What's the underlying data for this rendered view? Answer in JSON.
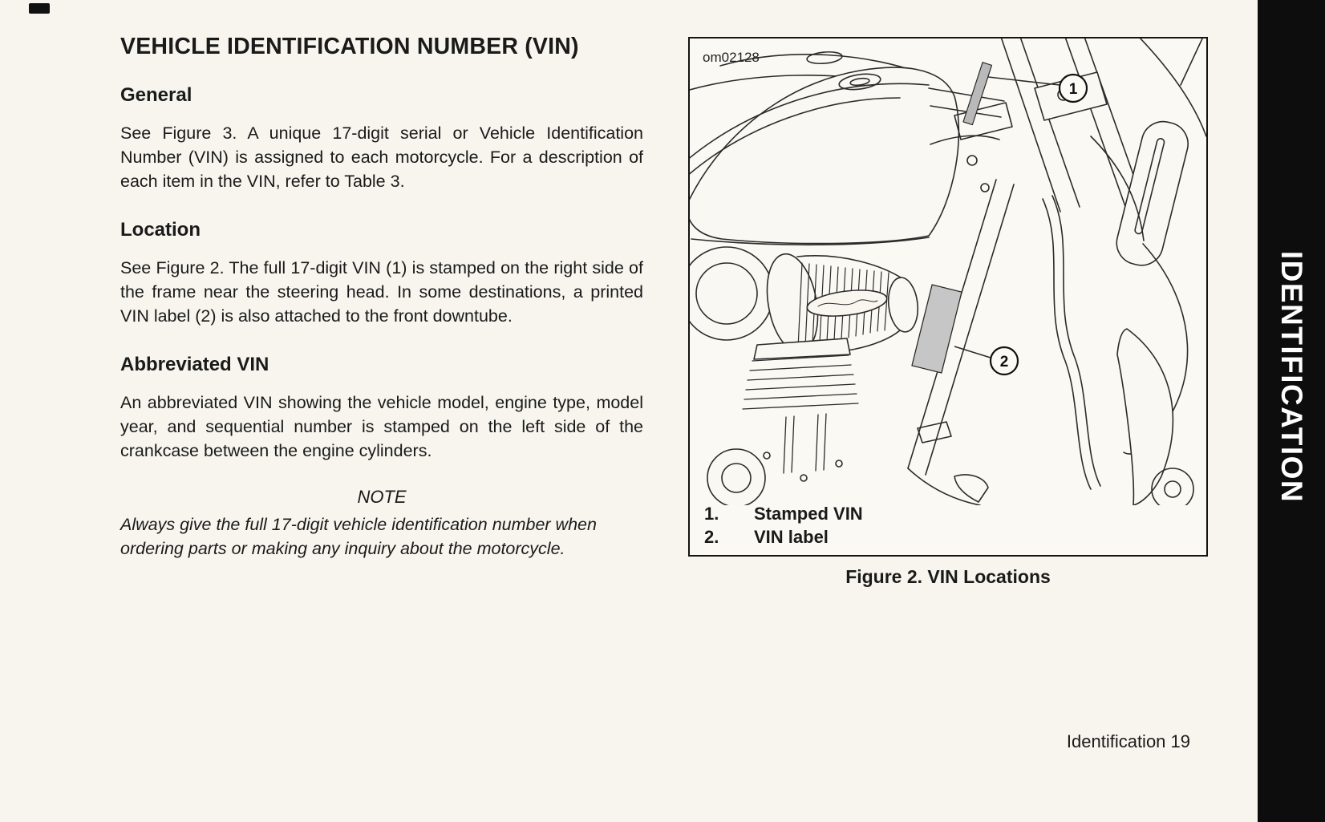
{
  "colors": {
    "paper": "#f7f5ee",
    "ink": "#1a1a1a",
    "tab_band": "#0d0d0d",
    "vin_label_gray": "#c6c6c6"
  },
  "page": {
    "title": "VEHICLE IDENTIFICATION NUMBER (VIN)",
    "sections": [
      {
        "heading": "General",
        "body": "See Figure 3. A unique 17-digit serial or Vehicle Identification Number (VIN) is assigned to each motorcycle. For a description of each item in the VIN, refer to Table 3."
      },
      {
        "heading": "Location",
        "body": "See Figure 2. The full 17-digit VIN (1) is stamped on the right side of the frame near the steering head. In some destinations, a printed VIN label (2) is also attached to the front downtube."
      },
      {
        "heading": "Abbreviated VIN",
        "body": "An abbreviated VIN showing the vehicle model, engine type, model year, and sequential number is stamped on the left side of the crankcase between the engine cylinders."
      }
    ],
    "note_label": "NOTE",
    "note_text": "Always give the full 17-digit vehicle identification number when ordering parts or making any inquiry about the motorcycle.",
    "figure": {
      "code": "om02128",
      "callout_1": "1",
      "callout_2": "2",
      "legend": [
        {
          "num": "1.",
          "label": "Stamped VIN"
        },
        {
          "num": "2.",
          "label": "VIN label"
        }
      ],
      "caption": "Figure 2. VIN Locations"
    },
    "side_tab": "IDENTIFICATION",
    "footer": "Identification 19"
  }
}
